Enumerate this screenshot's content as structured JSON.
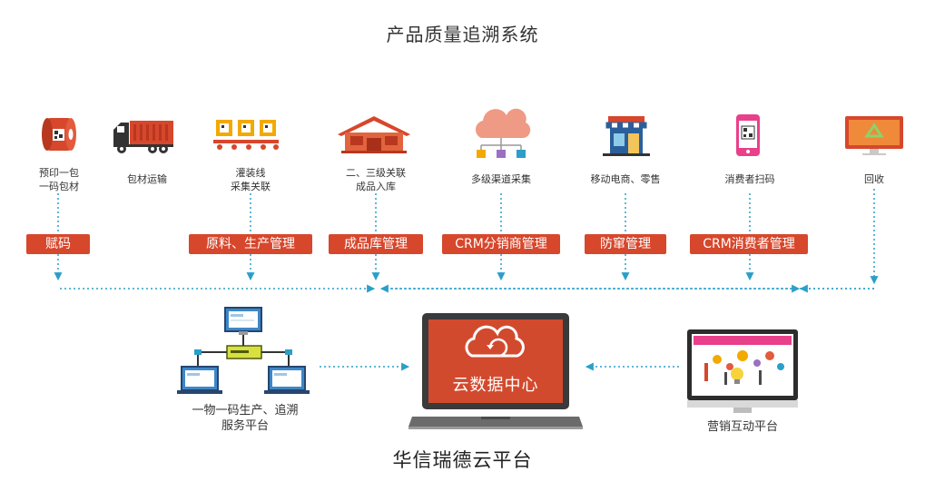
{
  "title": "产品质量追溯系统",
  "stages": [
    {
      "icon": "roll-with-qr-icon",
      "label": "预印一包\n一码包材"
    },
    {
      "icon": "truck-icon",
      "label": "包材运输"
    },
    {
      "icon": "conveyor-line-icon",
      "label": "灌装线\n采集关联"
    },
    {
      "icon": "warehouse-icon",
      "label": "二、三级关联\n成品入库"
    },
    {
      "icon": "cloud-network-icon",
      "label": "多级渠道采集"
    },
    {
      "icon": "shop-icon",
      "label": "移动电商、零售"
    },
    {
      "icon": "phone-scan-icon",
      "label": "消费者扫码"
    },
    {
      "icon": "recycle-monitor-icon",
      "label": "回收"
    }
  ],
  "tags": [
    {
      "label": "赋码"
    },
    {
      "label": "原料、生产管理"
    },
    {
      "label": "成品库管理"
    },
    {
      "label": "CRM分销商管理"
    },
    {
      "label": "防窜管理"
    },
    {
      "label": "CRM消费者管理"
    }
  ],
  "left_platform": {
    "icon": "network-computers-icon",
    "label": "一物一码生产、追溯\n服务平台"
  },
  "center": {
    "icon": "laptop-cloud-icon",
    "label": "云数据中心"
  },
  "right_platform": {
    "icon": "marketing-monitor-icon",
    "label": "营销互动平台"
  },
  "bottom_title": "华信瑞德云平台",
  "colors": {
    "accent": "#d7472c",
    "connector": "#2a9fc9",
    "text": "#333333"
  }
}
